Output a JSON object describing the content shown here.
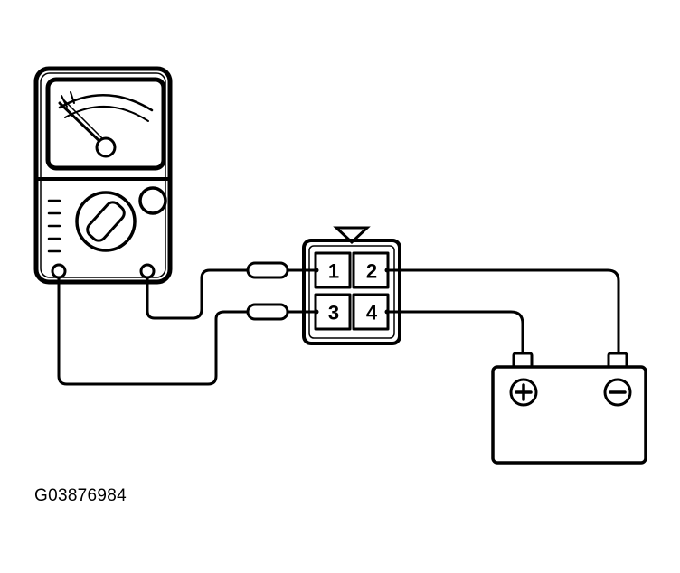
{
  "connector": {
    "pins": [
      {
        "label": "1"
      },
      {
        "label": "2"
      },
      {
        "label": "3"
      },
      {
        "label": "4"
      }
    ]
  },
  "battery": {
    "positive_symbol": "+",
    "negative_symbol": "−"
  },
  "figure_id": "G03876984",
  "colors": {
    "line": "#000000",
    "background": "#ffffff"
  },
  "icons": {
    "meter": "analog-multimeter-icon",
    "battery": "battery-icon",
    "connector": "four-pin-connector-icon"
  }
}
